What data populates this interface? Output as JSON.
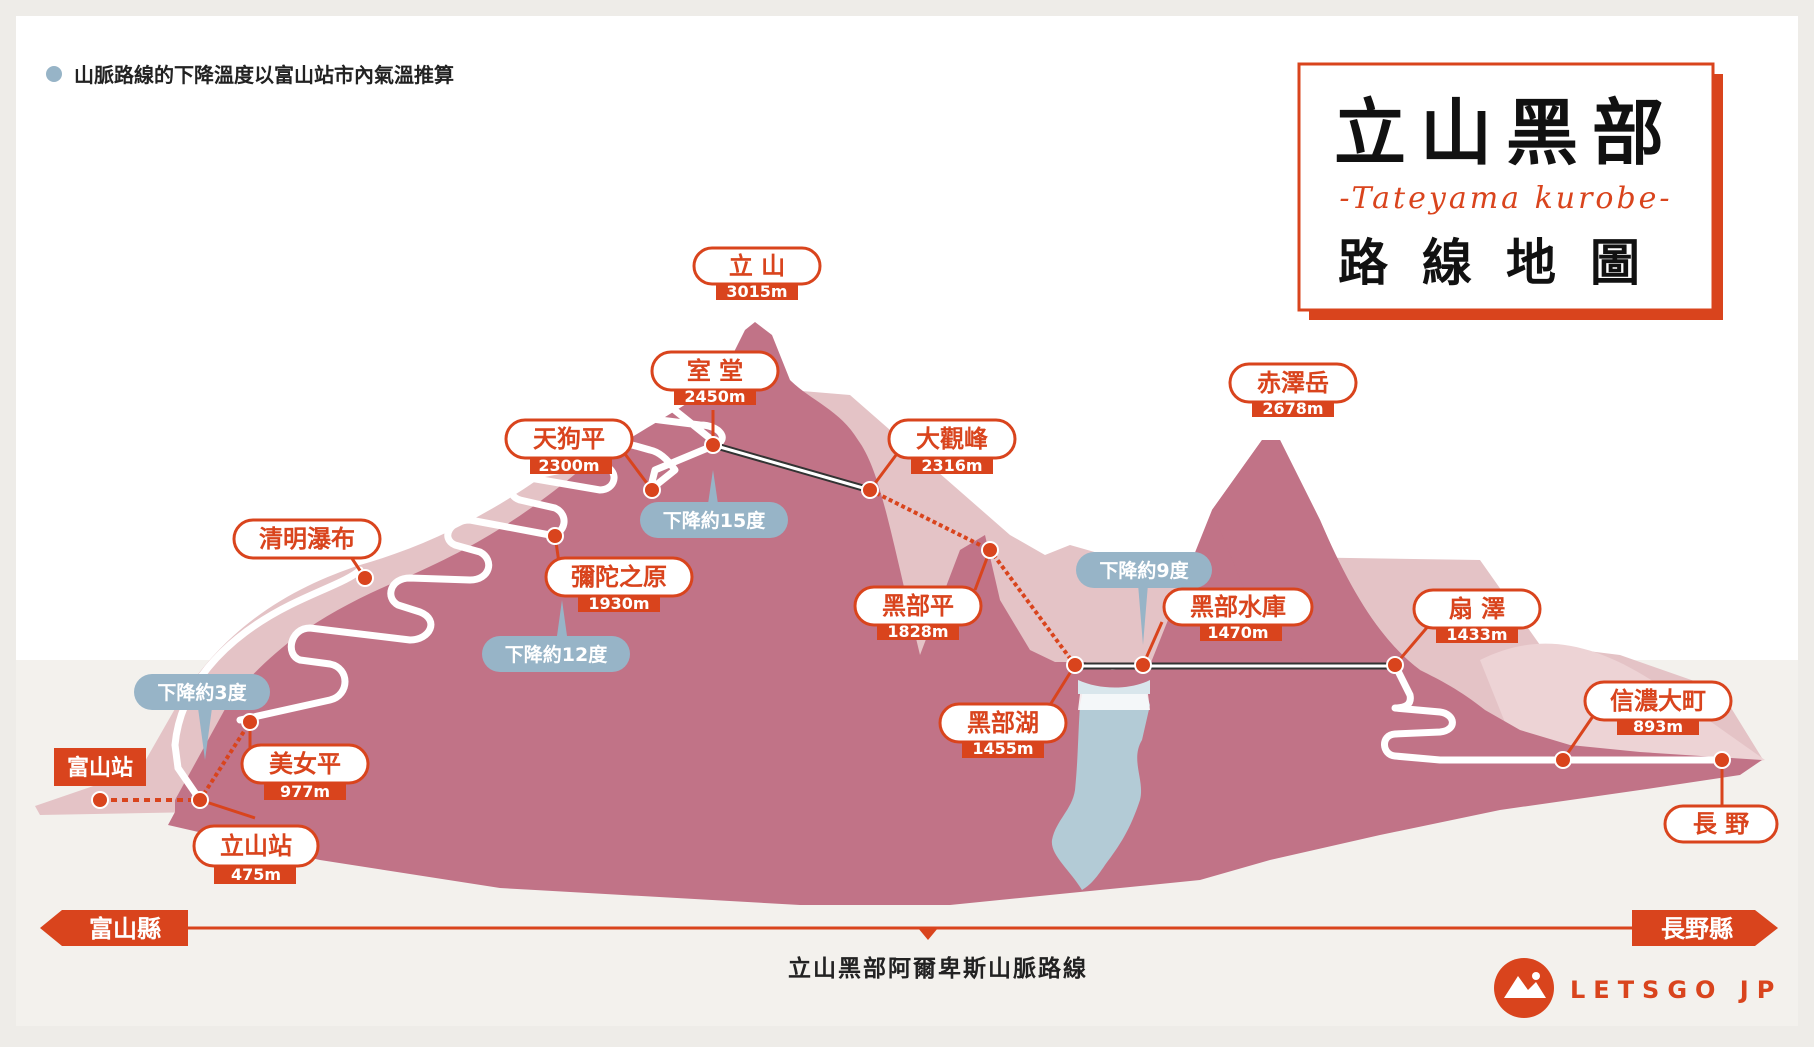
{
  "note": "山脈路線的下降溫度以富山站市內氣溫推算",
  "title": {
    "main": "立山黑部",
    "script": "-Tateyama kurobe-",
    "sub": "路線地圖"
  },
  "stations": [
    {
      "id": "toyama",
      "name": "富山站",
      "elev": ""
    },
    {
      "id": "tateyama-st",
      "name": "立山站",
      "elev": "475m"
    },
    {
      "id": "bijodaira",
      "name": "美女平",
      "elev": "977m"
    },
    {
      "id": "shomyo",
      "name": "清明瀑布",
      "elev": ""
    },
    {
      "id": "midagahara",
      "name": "彌陀之原",
      "elev": "1930m"
    },
    {
      "id": "tengudaira",
      "name": "天狗平",
      "elev": "2300m"
    },
    {
      "id": "murodo",
      "name": "室 堂",
      "elev": "2450m"
    },
    {
      "id": "tateyama",
      "name": "立 山",
      "elev": "3015m"
    },
    {
      "id": "daikanbo",
      "name": "大觀峰",
      "elev": "2316m"
    },
    {
      "id": "kurobedaira",
      "name": "黑部平",
      "elev": "1828m"
    },
    {
      "id": "kurobeko",
      "name": "黑部湖",
      "elev": "1455m"
    },
    {
      "id": "kurobedam",
      "name": "黑部水庫",
      "elev": "1470m"
    },
    {
      "id": "akazawa",
      "name": "赤澤岳",
      "elev": "2678m"
    },
    {
      "id": "ogisawa",
      "name": "扇 澤",
      "elev": "1433m"
    },
    {
      "id": "shinano",
      "name": "信濃大町",
      "elev": "893m"
    },
    {
      "id": "nagano",
      "name": "長 野",
      "elev": ""
    }
  ],
  "temps": [
    {
      "id": "t3",
      "label": "下降約3度"
    },
    {
      "id": "t12",
      "label": "下降約12度"
    },
    {
      "id": "t15",
      "label": "下降約15度"
    },
    {
      "id": "t9",
      "label": "下降約9度"
    }
  ],
  "prefectures": {
    "left": "富山縣",
    "right": "長野縣"
  },
  "route_name": "立山黑部阿爾卑斯山脈路線",
  "brand": "LETSGO JP",
  "colors": {
    "accent": "#d9441d",
    "mountain": "#c17387",
    "mountain_back": "#e4c3c6",
    "temp": "#97b4c7",
    "lake": "#b3cbd6"
  }
}
